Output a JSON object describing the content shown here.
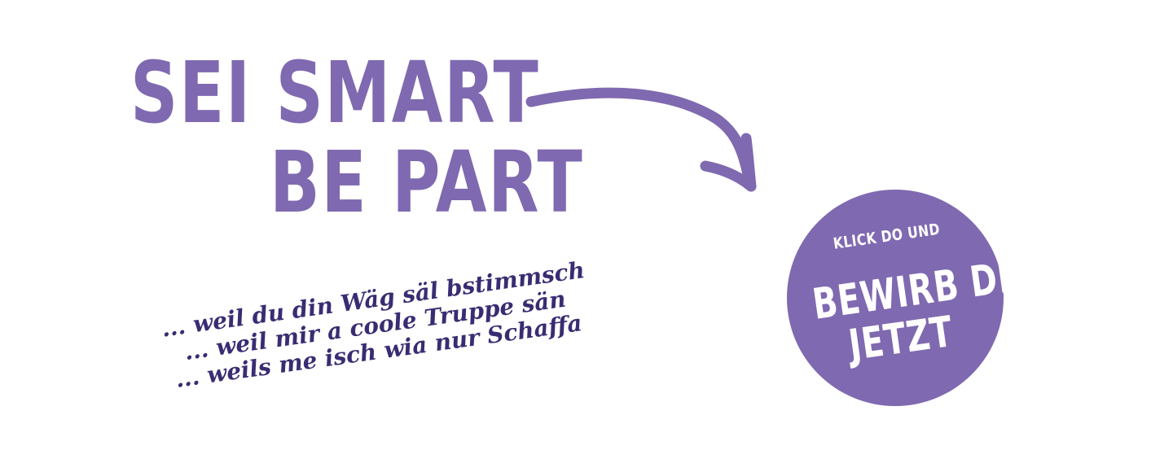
{
  "headline": {
    "line1": "SEI SMART",
    "line2": "BE PART"
  },
  "taglines": [
    "... weil du din Wäg säl bstimmsch",
    "... weil mir a coole Truppe sän",
    "... weils me isch wia nur Schaffa"
  ],
  "cta": {
    "small_label": "KLICK DO UND",
    "line1": "BEWIRB DI",
    "line2": "JETZT"
  },
  "colors": {
    "accent": "#7f69b0",
    "script": "#3a2c72",
    "background": "#ffffff"
  },
  "icons": {
    "arrow": "curved-arrow-icon"
  }
}
